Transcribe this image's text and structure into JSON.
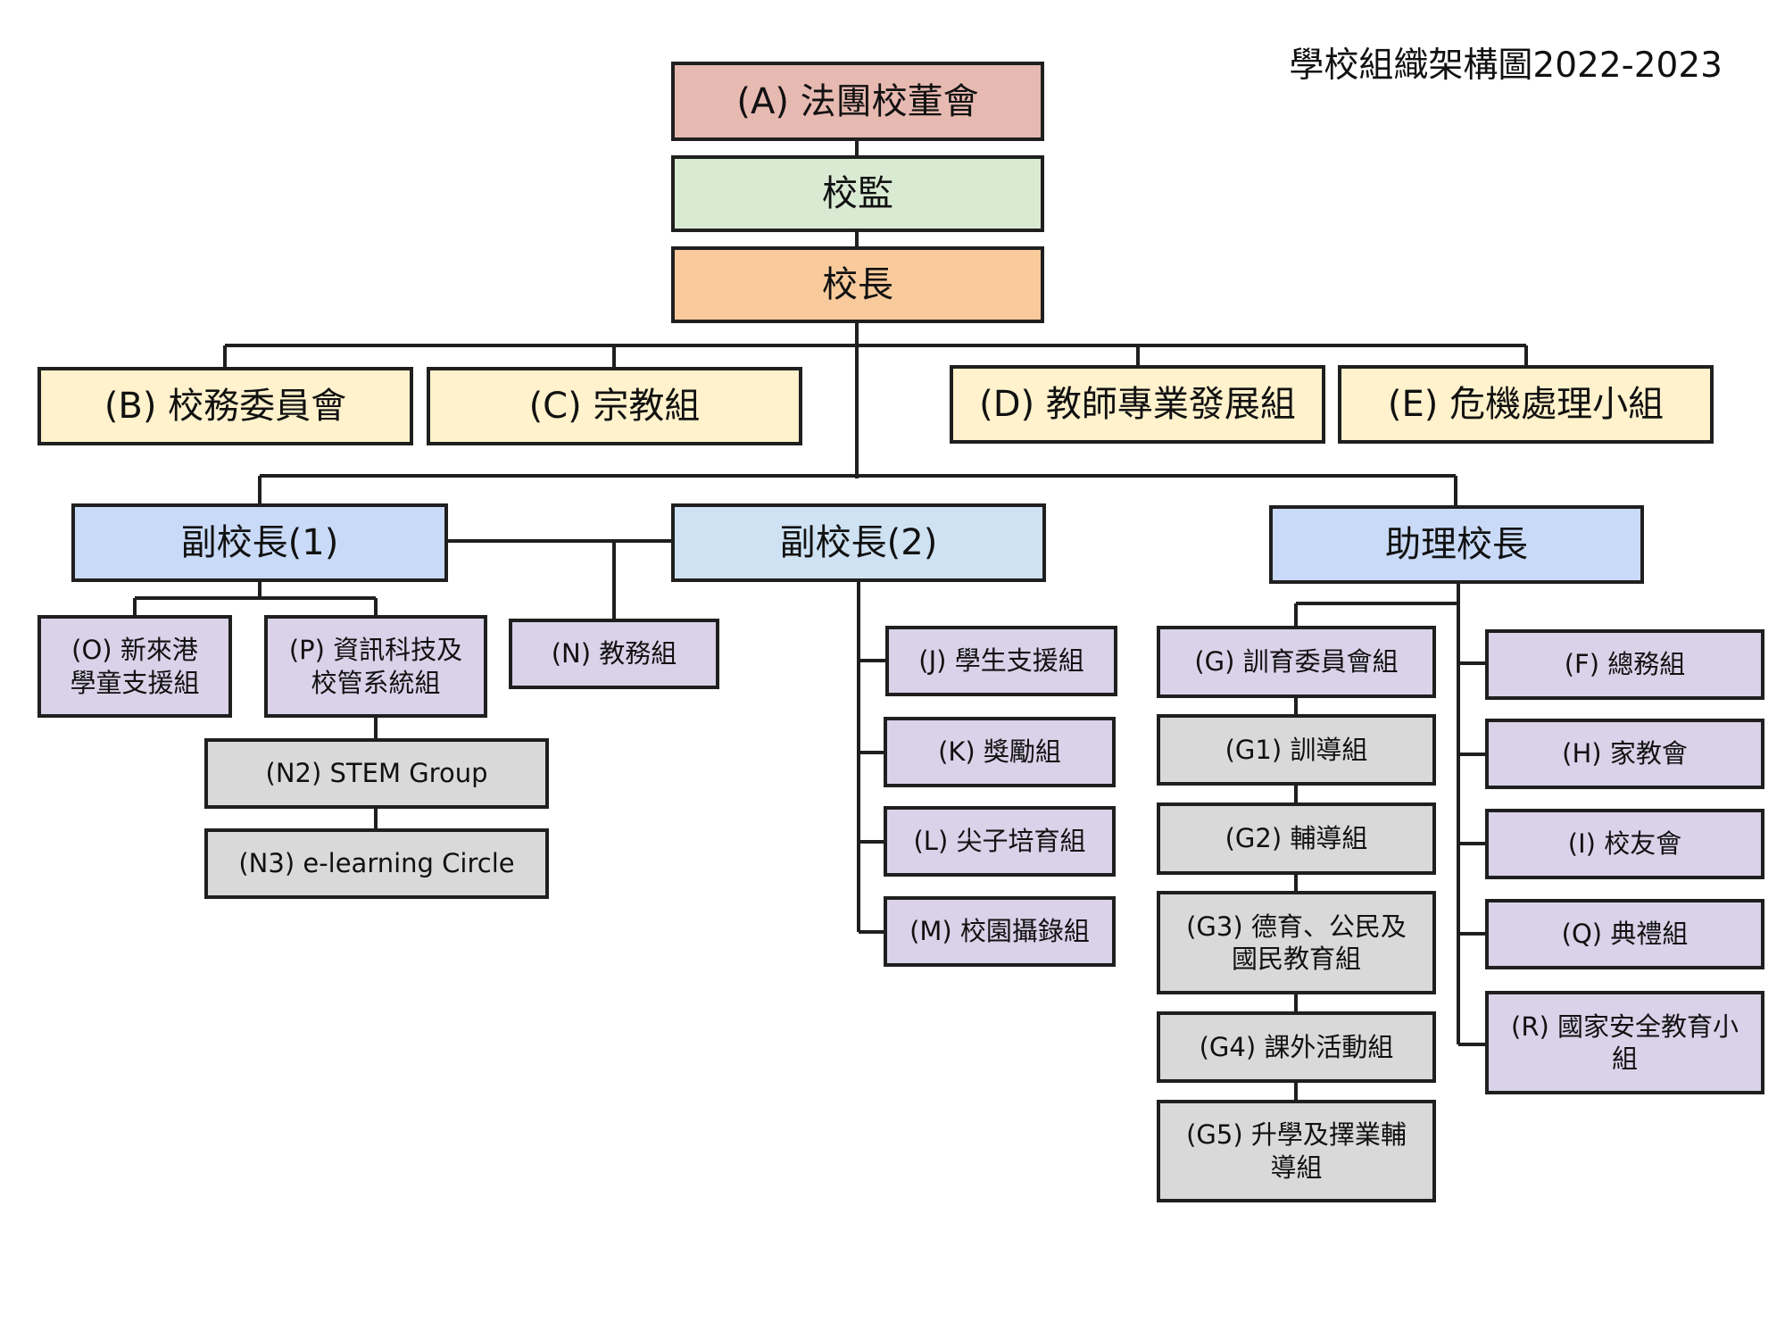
{
  "title": "學校組織架構圖2022-2023",
  "colors": {
    "board": "#E6B9B1",
    "supervisor": "#D9EAD3",
    "principal": "#F9CB9C",
    "committee": "#FFF2CC",
    "vp": "#C9DAF8",
    "vp2": "#CFE2F3",
    "group": "#D9D2E9",
    "subgroup": "#D9D9D9",
    "line": "#1f1f1f"
  },
  "nodes": {
    "A": "(A) 法團校董會",
    "supervisor": "校監",
    "principal": "校長",
    "B": "(B) 校務委員會",
    "C": "(C) 宗教組",
    "D": "(D) 教師專業發展組",
    "E": "(E) 危機處理小組",
    "vp1": "副校長(1)",
    "vp2": "副校長(2)",
    "ap": "助理校長",
    "O": "(O) 新來港\n學童支援組",
    "P": "(P) 資訊科技及\n校管系統組",
    "N": "(N) 教務組",
    "N2": "(N2) STEM Group",
    "N3": "(N3) e-learning Circle",
    "J": "(J) 學生支援組",
    "K": "(K) 獎勵組",
    "L": "(L) 尖子培育組",
    "M": "(M) 校園攝錄組",
    "G": "(G) 訓育委員會組",
    "G1": "(G1) 訓導組",
    "G2": "(G2) 輔導組",
    "G3": "(G3) 德育、公民及\n國民教育組",
    "G4": "(G4) 課外活動組",
    "G5": "(G5) 升學及擇業輔\n導組",
    "F": "(F) 總務組",
    "H": "(H) 家教會",
    "I": "(I) 校友會",
    "Q": "(Q) 典禮組",
    "R": "(R) 國家安全教育小\n組"
  }
}
